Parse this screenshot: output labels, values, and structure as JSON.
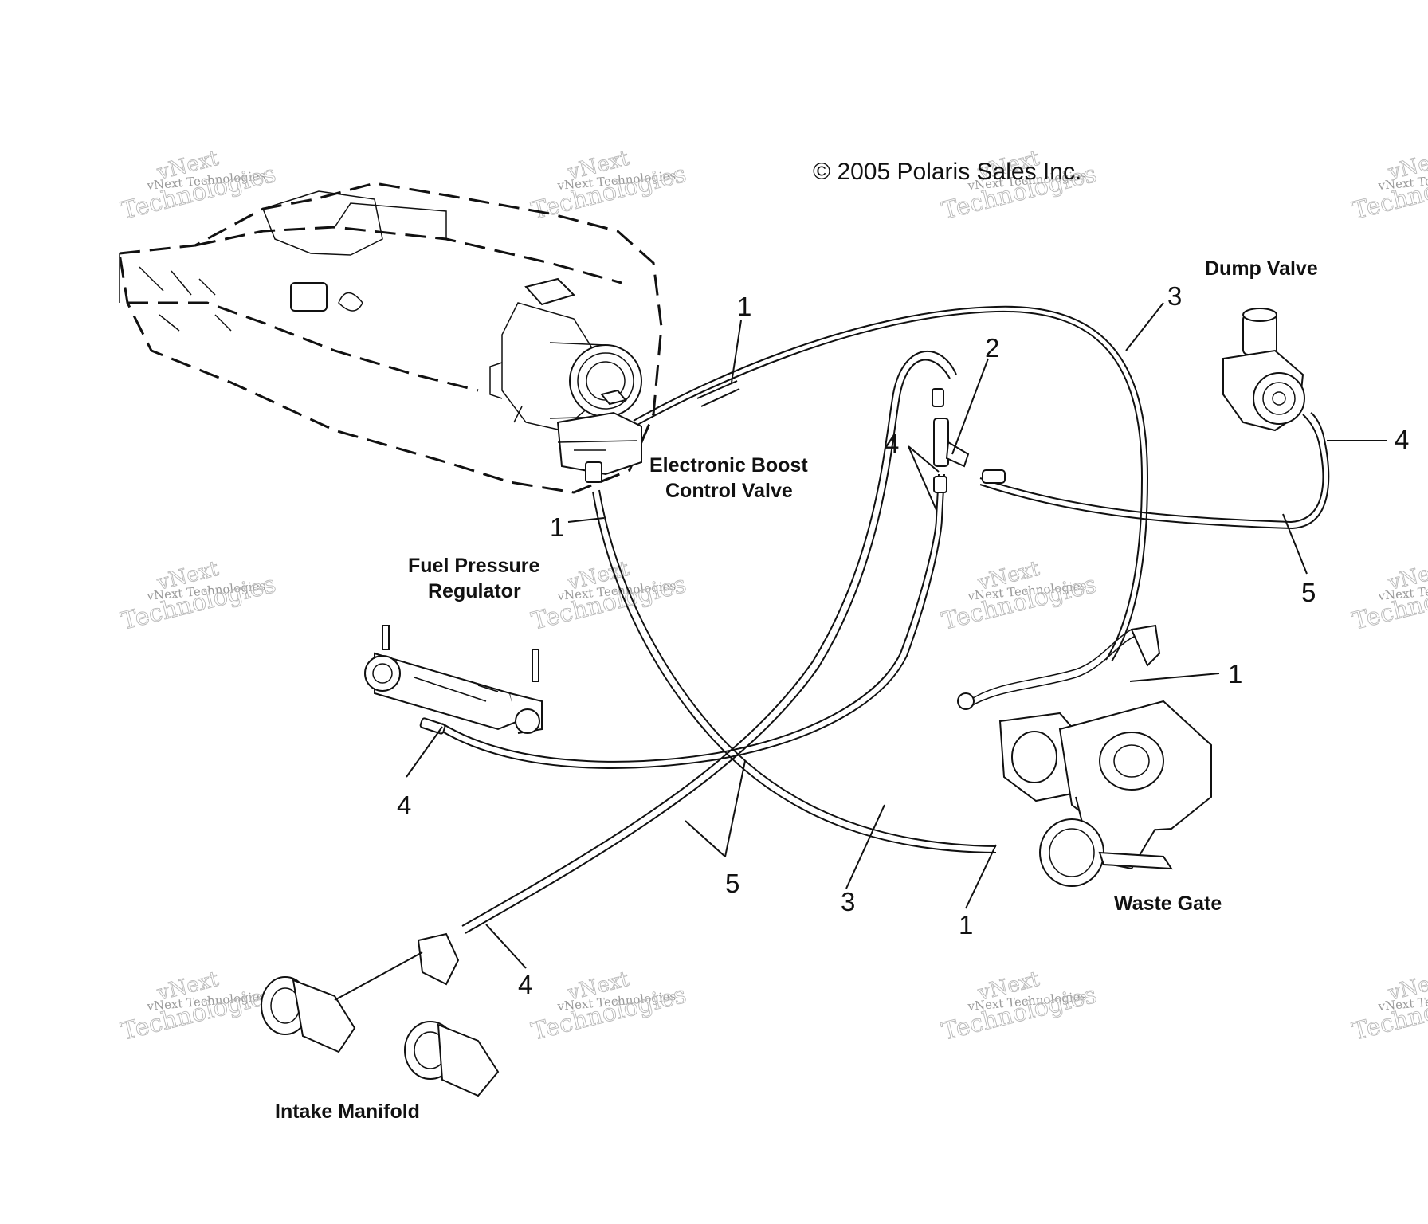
{
  "copyright": "© 2005 Polaris Sales Inc.",
  "labels": {
    "dump_valve": "Dump Valve",
    "ebcv_line1": "Electronic Boost",
    "ebcv_line2": "Control Valve",
    "fpr_line1": "Fuel Pressure",
    "fpr_line2": "Regulator",
    "waste_gate": "Waste Gate",
    "intake_manifold": "Intake Manifold"
  },
  "callouts": {
    "c1_top": "1",
    "c1_left": "1",
    "c1_right": "1",
    "c1_bottom": "1",
    "c2": "2",
    "c3_top": "3",
    "c3_bottom": "3",
    "c4_tee": "4",
    "c4_dump": "4",
    "c4_fpr": "4",
    "c4_bottom": "4",
    "c5_right": "5",
    "c5_bottom": "5"
  },
  "watermark": {
    "small": "vNext Technologies",
    "large_1": "vNext",
    "large_2": "Technologies"
  }
}
